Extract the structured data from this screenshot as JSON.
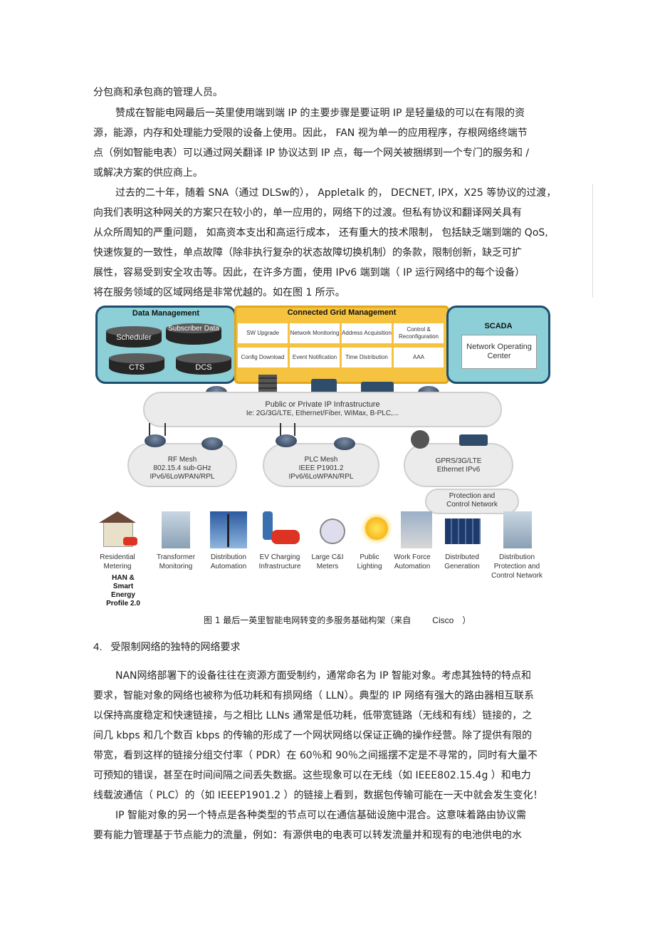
{
  "body_text": {
    "p0_l1": "分包商和承包商的管理人员。",
    "p1_l1": "赞成在智能电网最后一英里使用端到端        IP  的主要步骤是要证明      IP  是轻量级的可以在有限的资",
    "p1_l2": "源，能源，内存和处理能力受限的设备上使用。因此，            FAN 视为单一的应用程序，存根网络终端节",
    "p1_l3": "点（例如智能电表）可以通过网关翻译        IP  协议达到   IP 点，每一个网关被捆绑到一个专门的服务和        /",
    "p1_l4": "或解决方案的供应商上。",
    "p2_l1": "过去的二十年，随着     SNA（通过  DLSw的），  Appletalk   的，  DECNET, IPX，X25 等协议的过渡，",
    "p2_l2": "向我们表明这种网关的方案只在较小的，单一应用的，网络下的过渡。但私有协议和翻译网关具有",
    "p2_l3": "从众所周知的严重问题，    如高资本支出和高运行成本，     还有重大的技术限制，    包括缺乏端到端的       QoS,",
    "p2_l4": "快速恢复的一致性，单点故障（除非执行复杂的状态故障切换机制）的条款，限制创新，缺乏可扩",
    "p2_l5": "展性，容易受到安全攻击等。因此，在许多方面，使用            IPv6  端到端（  IP 运行网络中的每个设备）",
    "p2_l6": "将在服务领域的区域网络是非常优越的。如在图          1 所示。",
    "p3_l1": "NAN网络部署下的设备往往在资源方面受制约，通常命名为            IP  智能对象。考虑其独特的特点和",
    "p3_l2": "要求，智能对象的网络也被称为低功耗和有损网络（         LLN）。典型的  IP  网络有强大的路由器相互联系",
    "p3_l3": "以保持高度稳定和快速链接，与之相比        LLNs 通常是低功耗，低带宽链路（无线和有线）链接的，之",
    "p3_l4": "间几  kbps  和几个数百    kbps  的传输的形成了一个网状网络以保证正确的操作经营。除了提供有限的",
    "p3_l5": "带宽，看到这样的链接分组交付率（      PDR）在  60％和  90％之间摇摆不定是不寻常的，同时有大量不",
    "p3_l6": "可预知的错误，甚至在时间间隔之间丢失数据。这些现象可以在无线（如              IEEE802.15.4g  ）和电力",
    "p3_l7": "线载波通信（   PLC）的（如  IEEEP1901.2 ）的链接上看到，数据包传输可能在一天中就会发生变化！",
    "p4_l1": "IP 智能对象的另一个特点是各种类型的节点可以在通信基础设施中混合。这意味着路由协议需",
    "p4_l2": "要有能力管理基于节点能力的流量，例如：有源供电的电表可以转发流量并和现有的电池供电的水"
  },
  "figure": {
    "data_management": {
      "title": "Data Management",
      "items": [
        "Scheduler",
        "Subscriber Data",
        "CTS",
        "DCS"
      ]
    },
    "cgm": {
      "title": "Connected Grid Management",
      "cells": [
        "SW Upgrade",
        "Network Monitoring",
        "Address Acquisition",
        "Control & Reconfiguration",
        "Config Download",
        "Event Notification",
        "Time Distribution",
        "AAA"
      ]
    },
    "scada": {
      "title": "SCADA",
      "noc": "Network Operating Center"
    },
    "public_cloud": {
      "line1": "Public or Private IP Infrastructure",
      "line2": "Ie: 2G/3G/LTE, Ethernet/Fiber, WiMax, B-PLC,..."
    },
    "rf_mesh": {
      "l1": "RF Mesh",
      "l2": "802.15.4 sub-GHz",
      "l3": "IPv6/6LoWPAN/RPL"
    },
    "plc_mesh": {
      "l1": "PLC Mesh",
      "l2": "IEEE P1901.2",
      "l3": "IPv6/6LoWPAN/RPL"
    },
    "gprs": {
      "l1": "GPRS/3G/LTE",
      "l2": "Ethernet IPv6"
    },
    "protection_cloud": {
      "l1": "Protection and",
      "l2": "Control Network"
    },
    "devices": [
      "Residential Metering",
      "Transformer Monitoring",
      "Distribution Automation",
      "EV Charging Infrastructure",
      "Large C&I Meters",
      "Public Lighting",
      "Work Force Automation",
      "Distributed Generation",
      "Distribution Protection and Control Network"
    ],
    "han": "HAN & Smart Energy Profile 2.0"
  },
  "caption": {
    "prefix": "图 1  最后一英里智能电网转变的多服务基础构架（来自",
    "source": "Cisco",
    "suffix": "）"
  },
  "section": {
    "number": "4.",
    "title": "受限制网络的独特的网络要求"
  },
  "colors": {
    "teal_panel": "#8ccfd6",
    "navy_border": "#1d4e6e",
    "gold_panel": "#f6c341",
    "cloud_gray": "#ebebeb"
  }
}
